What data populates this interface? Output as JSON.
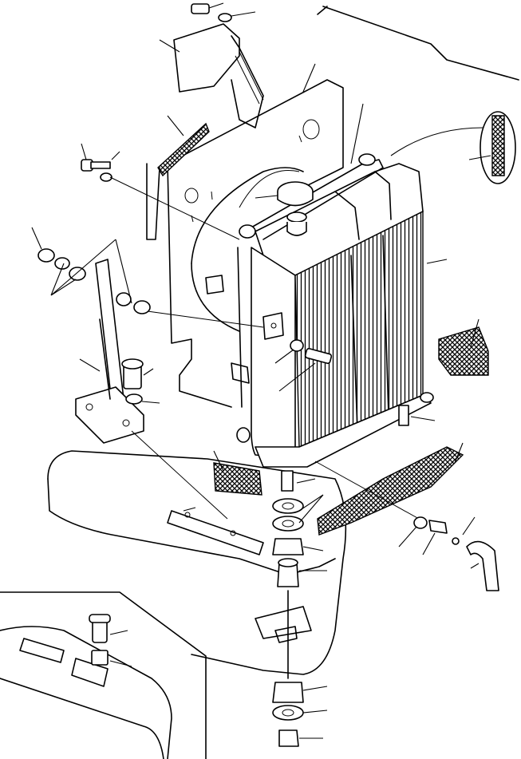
{
  "figure": {
    "background": "#ffffff",
    "line_color": "#000000",
    "text_labels": []
  },
  "parts": [
    {
      "name": "hex-bolt",
      "icon": "bolt-icon"
    },
    {
      "name": "lock-washer",
      "icon": "washer-icon"
    },
    {
      "name": "perforated-grille-bracket",
      "icon": "grille-icon"
    },
    {
      "name": "fan-shroud-plate",
      "icon": "plate-icon"
    },
    {
      "name": "radiator-cap",
      "icon": "cap-icon"
    },
    {
      "name": "radiator-core",
      "icon": "radiator-icon"
    },
    {
      "name": "support-bracket",
      "icon": "bracket-icon"
    },
    {
      "name": "foam-seal-strip",
      "icon": "seal-icon"
    },
    {
      "name": "rubber-mount",
      "icon": "mount-icon"
    },
    {
      "name": "drain-valve",
      "icon": "valve-icon"
    },
    {
      "name": "drain-hose",
      "icon": "hose-icon"
    },
    {
      "name": "detail-inset",
      "icon": "inset-icon"
    }
  ]
}
